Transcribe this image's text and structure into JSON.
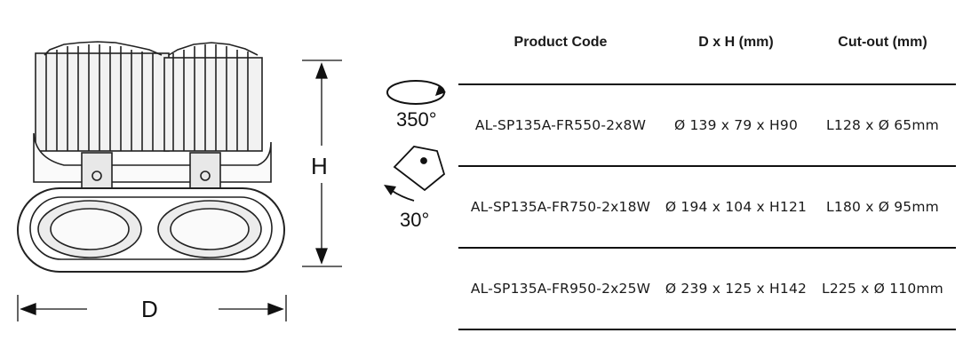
{
  "drawing": {
    "dim_width": "D",
    "dim_height": "H",
    "rotation_horizontal": "350°",
    "rotation_tilt": "30°"
  },
  "table": {
    "headers": [
      "Product Code",
      "D x H (mm)",
      "Cut-out (mm)"
    ],
    "rows": [
      [
        "AL-SP135A-FR550-2x8W",
        "Ø 139 x 79 x H90",
        "L128 x Ø 65mm"
      ],
      [
        "AL-SP135A-FR750-2x18W",
        "Ø 194 x 104 x H121",
        "L180 x Ø 95mm"
      ],
      [
        "AL-SP135A-FR950-2x25W",
        "Ø 239 x 125 x H142",
        "L225 x Ø 110mm"
      ]
    ]
  }
}
